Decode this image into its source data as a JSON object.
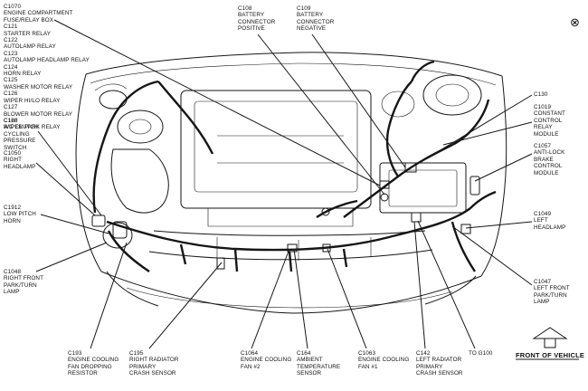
{
  "labels": [
    {
      "id": "c1070",
      "text": "C1070\nENGINE COMPARTMENT\nFUSE/RELAY BOX\nC121\nSTARTER RELAY\nC122\nAUTOLAMP RELAY\nC123\nAUTOLAMP HEADLAMP RELAY\nC124\nHORN RELAY\nC125\nWASHER MOTOR RELAY\nC126\nWIPER HI/LO RELAY\nC127\nBLOWER MOTOR RELAY\nC128\nWIPER PARK RELAY"
    },
    {
      "id": "c160",
      "text": "C160\nA/C CLUTCH\nCYCLING\nPRESSURE\nSWITCH"
    },
    {
      "id": "c1050",
      "text": "C1050\nRIGHT\nHEADLAMP"
    },
    {
      "id": "c1912",
      "text": "C1912\nLOW PITCH\nHORN"
    },
    {
      "id": "c1048",
      "text": "C1048\nRIGHT FRONT\nPARK/TURN\nLAMP"
    },
    {
      "id": "c108",
      "text": "C108\nBATTERY\nCONNECTOR\nPOSITIVE"
    },
    {
      "id": "c109",
      "text": "C109\nBATTERY\nCONNECTOR\nNEGATIVE"
    },
    {
      "id": "c130",
      "text": "C130"
    },
    {
      "id": "c1019",
      "text": "C1019\nCONSTANT\nCONTROL\nRELAY\nMODULE"
    },
    {
      "id": "c1057",
      "text": "C1057\nANTI-LOCK\nBRAKE\nCONTROL\nMODULE"
    },
    {
      "id": "c1049",
      "text": "C1049\nLEFT\nHEADLAMP"
    },
    {
      "id": "c1047",
      "text": "C1047\nLEFT FRONT\nPARK/TURN\nLAMP"
    },
    {
      "id": "c193",
      "text": "C193\nENGINE COOLING\nFAN DROPPING\nRESISTOR"
    },
    {
      "id": "c195",
      "text": "C195\nRIGHT RADIATOR\nPRIMARY\nCRASH SENSOR"
    },
    {
      "id": "c1064",
      "text": "C1064\nENGINE COOLING\nFAN #2"
    },
    {
      "id": "c164",
      "text": "C164\nAMBIENT\nTEMPERATURE\nSENSOR"
    },
    {
      "id": "c1063",
      "text": "C1063\nENGINE COOLING\nFAN #1"
    },
    {
      "id": "c142",
      "text": "C142\nLEFT RADIATOR\nPRIMARY\nCRASH SENSOR"
    },
    {
      "id": "g100",
      "text": "TO G100"
    }
  ],
  "front_marker": "FRONT OF VEHICLE",
  "close_glyph": "⊗"
}
